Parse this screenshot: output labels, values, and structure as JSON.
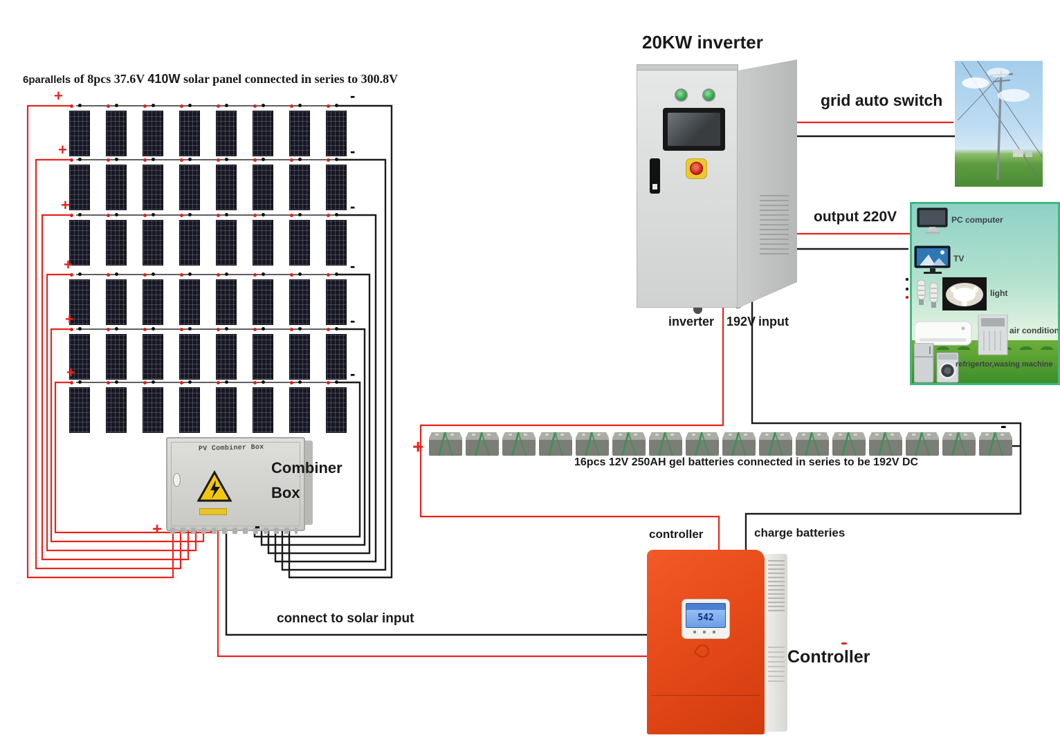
{
  "colors": {
    "positive_wire": "#e8241c",
    "negative_wire": "#1a1a1a",
    "controller_body": "#e64a19",
    "solar_panel": "#171722",
    "battery_cable_green": "#3e8f55",
    "appliance_border_green": "#41b883",
    "warning_yellow": "#f2c70a"
  },
  "annotation": {
    "part1": "6parallels",
    "part2": " of 8pcs 37.6V ",
    "part3": "410W",
    "part4": " solar panel connected in series to 300.8V"
  },
  "solar_array": {
    "rows": 6,
    "panels_per_row": 8,
    "plus": "+",
    "minus": "-"
  },
  "combiner_box": {
    "device_label": "PV Combiner Box",
    "label_line1": "Combiner",
    "label_line2": "Box",
    "plus": "+",
    "minus": "-"
  },
  "inverter": {
    "title": "20KW inverter",
    "input_label_left": "inverter",
    "input_label_mid": "192V",
    "input_label_right": "input"
  },
  "grid": {
    "label": "grid auto switch"
  },
  "ac_output": {
    "label": "output 220V"
  },
  "appliances": {
    "items": [
      {
        "icon": "pc-icon",
        "label": "PC computer"
      },
      {
        "icon": "tv-icon",
        "label": "TV"
      },
      {
        "icon": "light-icon",
        "label": "light"
      },
      {
        "icon": "air-conditioner-icon",
        "label": "air condition"
      },
      {
        "icon": "fridge-washer-icon",
        "label": "refrigertor,wasing machine"
      }
    ]
  },
  "batteries": {
    "count": 16,
    "plus": "+",
    "minus": "-",
    "series_connector": "+",
    "caption": "16pcs 12V 250AH gel batteries connected in series to be 192V DC"
  },
  "controller": {
    "wire_label_controller": "controller",
    "wire_label_charge": "charge batteries",
    "name_label": "Controller",
    "solar_input_label": "connect to solar input",
    "screen_value": "542"
  }
}
